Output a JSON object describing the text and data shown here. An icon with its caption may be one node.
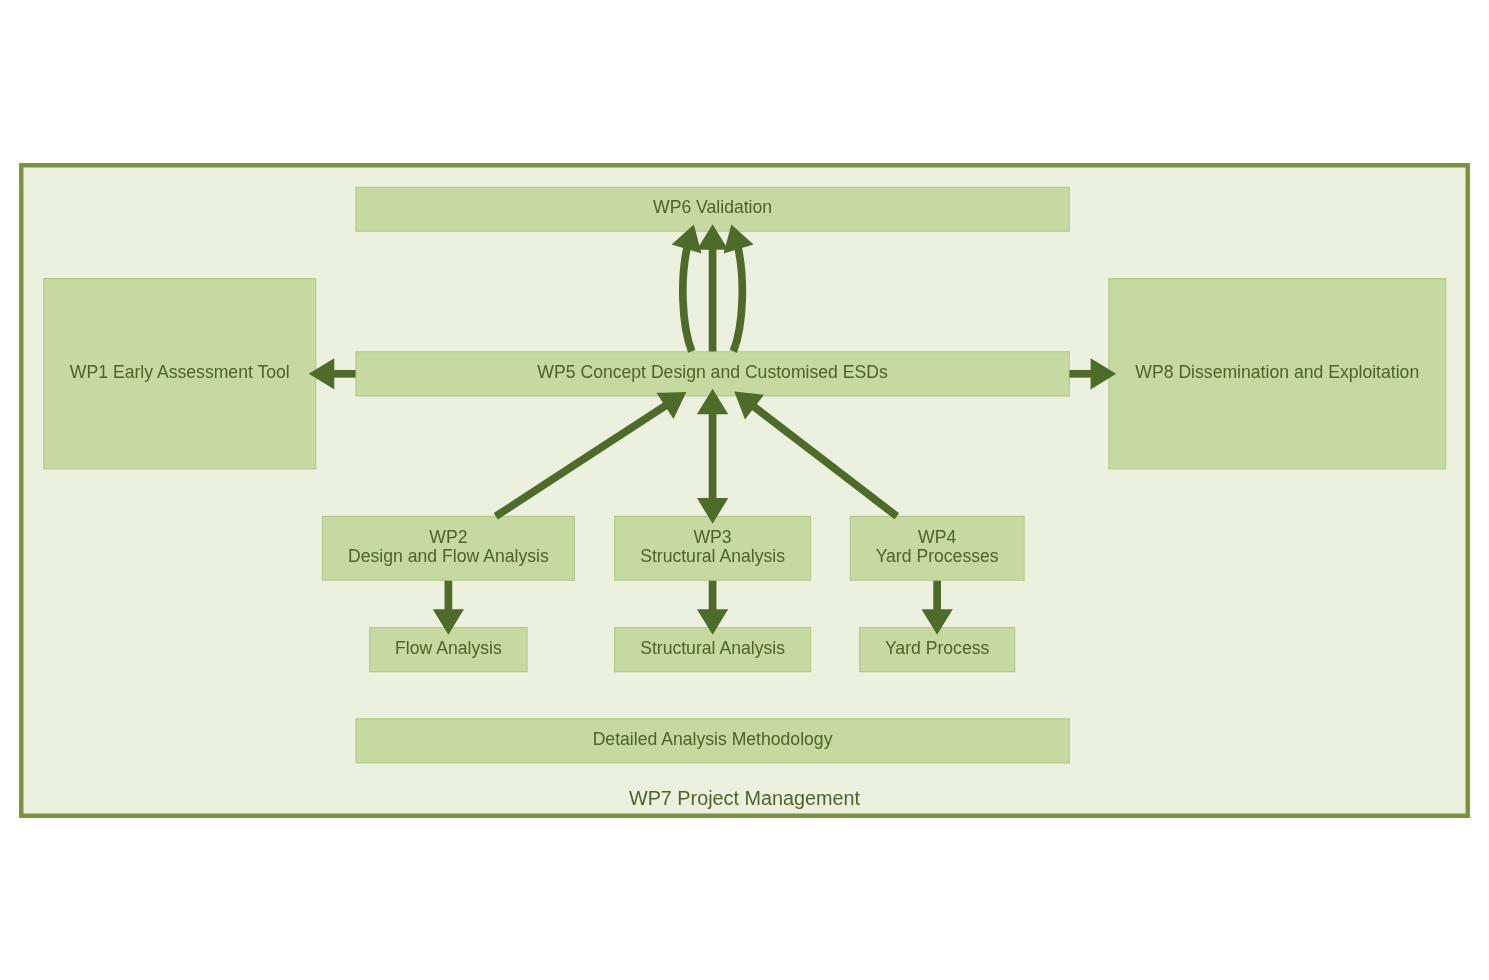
{
  "diagram": {
    "nodes": [
      {
        "text": [
          "WP7 Project Management"
        ]
      },
      {
        "text": [
          "WP1 Early Assessment Tool"
        ],
        "in": 0
      },
      {
        "text": [
          "WP6 Validation"
        ],
        "in": 0
      },
      {
        "text": [
          "WP5 Concept Design and Customised ESDs"
        ],
        "in": 0
      },
      {
        "text": [
          "WP8 Dissemination and Exploitation"
        ],
        "in": 0
      },
      {
        "text": [
          "WP2",
          "Design and Flow Analysis"
        ],
        "in": 0
      },
      {
        "text": [
          "WP3",
          "Structural Analysis"
        ],
        "in": 0
      },
      {
        "text": [
          "WP4",
          "Yard Processes"
        ],
        "in": 0
      },
      {
        "text": [
          "Flow Analysis"
        ],
        "in": 0
      },
      {
        "text": [
          "Structural Analysis"
        ],
        "in": 0
      },
      {
        "text": [
          "Yard Process"
        ],
        "in": 0
      },
      {
        "text": [
          "Detailed Analysis Methodology"
        ],
        "in": 0
      }
    ],
    "edges": [
      {
        "from": 3,
        "to": 2,
        "arrow": "to"
      },
      {
        "from": 3,
        "to": 2,
        "arrow": "to"
      },
      {
        "from": 3,
        "to": 2,
        "arrow": "to"
      },
      {
        "from": 3,
        "to": 1,
        "arrow": "to"
      },
      {
        "from": 3,
        "to": 4,
        "arrow": "to"
      },
      {
        "from": 5,
        "to": 3,
        "arrow": "to"
      },
      {
        "from": 6,
        "to": 3,
        "arrow": "both"
      },
      {
        "from": 7,
        "to": 3,
        "arrow": "to"
      },
      {
        "from": 5,
        "to": 8,
        "arrow": "to"
      },
      {
        "from": 6,
        "to": 9,
        "arrow": "to"
      },
      {
        "from": 7,
        "to": 10,
        "arrow": "to"
      }
    ]
  }
}
